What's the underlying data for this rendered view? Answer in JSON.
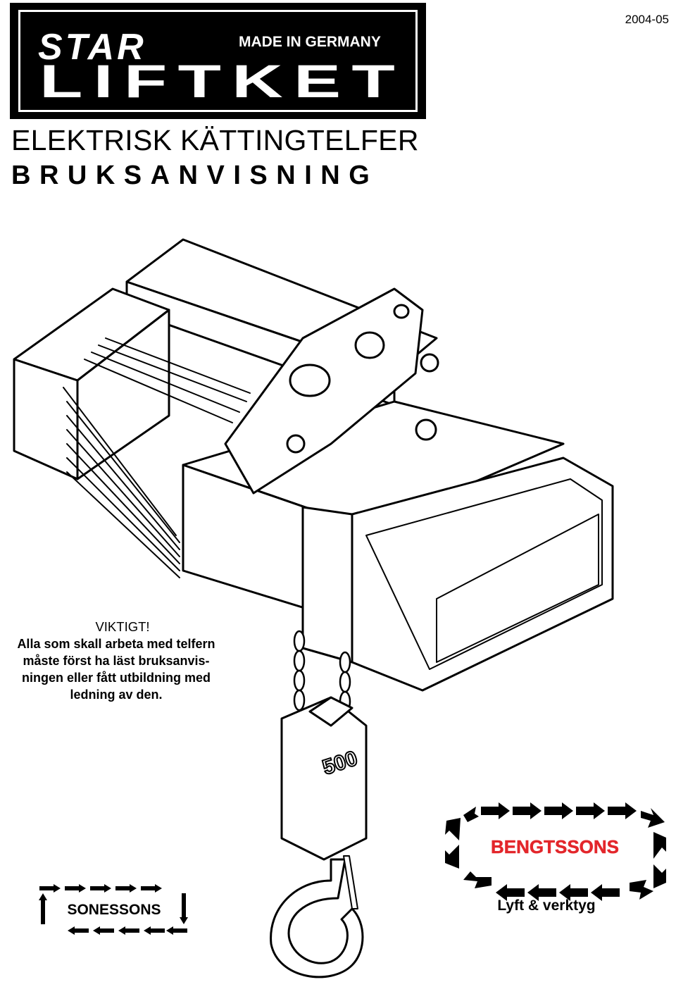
{
  "header": {
    "date": "2004-05"
  },
  "logo": {
    "brand_top": "STAR",
    "brand_bottom": "LIFTKET",
    "tagline": "MADE IN GERMANY"
  },
  "title": {
    "line1": "ELEKTRISK KÄTTINGTELFER",
    "line2": "BRUKSANVISNING"
  },
  "illustration": {
    "load_marking": "500"
  },
  "warning": {
    "heading": "VIKTIGT!",
    "lines": [
      "Alla som skall arbeta med telfern",
      "måste först ha läst bruksanvis-",
      "ningen eller fått utbildning med",
      "ledning av den."
    ]
  },
  "dealers": {
    "sonessons": {
      "name": "SONESSONS"
    },
    "bengtssons": {
      "name": "BENGTSSONS",
      "tagline": "Lyft & verktyg",
      "name_color": "#e3262b"
    }
  }
}
